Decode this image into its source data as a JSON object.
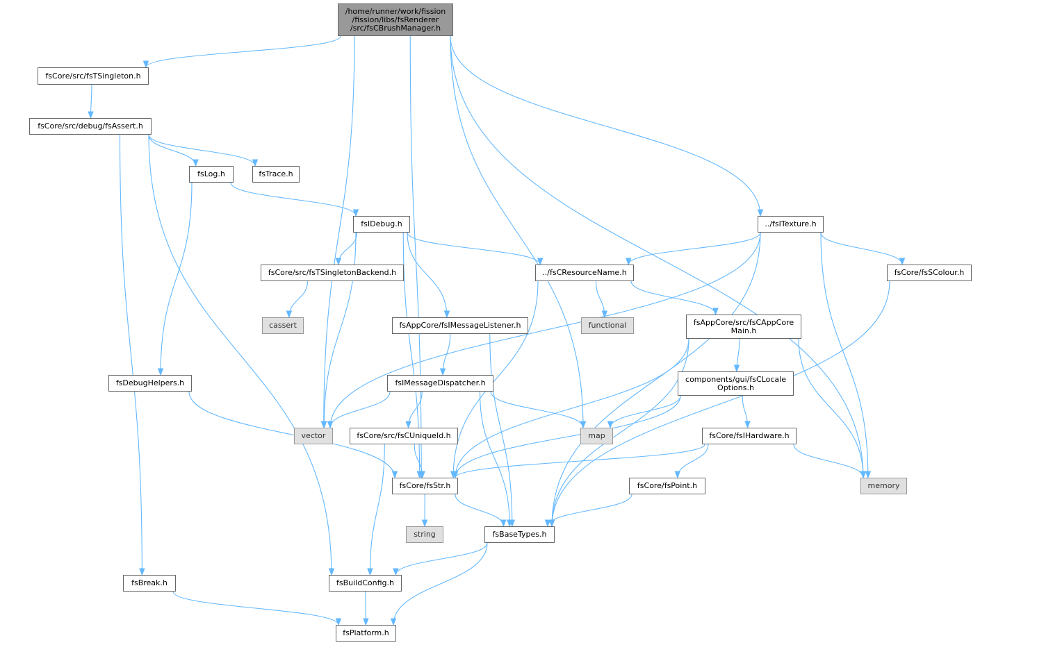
{
  "colors": {
    "edge": "#63b8ff",
    "node_border": "#666666",
    "node_fill": "#ffffff",
    "root_fill": "#999999",
    "external_fill": "#e0e0e0",
    "external_border": "#999999"
  },
  "nodes": [
    {
      "id": "root",
      "label": "/home/runner/work/fission\n/fission/libs/fsRenderer\n/src/fsCBrushManager.h",
      "kind": "root"
    },
    {
      "id": "tsingleton",
      "label": "fsCore/src/fsTSingleton.h",
      "kind": "header"
    },
    {
      "id": "assert",
      "label": "fsCore/src/debug/fsAssert.h",
      "kind": "header"
    },
    {
      "id": "log",
      "label": "fsLog.h",
      "kind": "header"
    },
    {
      "id": "trace",
      "label": "fsTrace.h",
      "kind": "header"
    },
    {
      "id": "idebug",
      "label": "fsIDebug.h",
      "kind": "header"
    },
    {
      "id": "itexture",
      "label": "../fsITexture.h",
      "kind": "header"
    },
    {
      "id": "singletonbackend",
      "label": "fsCore/src/fsTSingletonBackend.h",
      "kind": "header"
    },
    {
      "id": "resourcename",
      "label": "../fsCResourceName.h",
      "kind": "header"
    },
    {
      "id": "scolour",
      "label": "fsCore/fsSColour.h",
      "kind": "header"
    },
    {
      "id": "cassert",
      "label": "cassert",
      "kind": "system"
    },
    {
      "id": "functional",
      "label": "functional",
      "kind": "system"
    },
    {
      "id": "msglistener",
      "label": "fsAppCore/fsIMessageListener.h",
      "kind": "header"
    },
    {
      "id": "appcoremain",
      "label": "fsAppCore/src/fsCAppCore\nMain.h",
      "kind": "header"
    },
    {
      "id": "debughelpers",
      "label": "fsDebugHelpers.h",
      "kind": "header"
    },
    {
      "id": "msgdispatcher",
      "label": "fsIMessageDispatcher.h",
      "kind": "header"
    },
    {
      "id": "localeoptions",
      "label": "components/gui/fsCLocale\nOptions.h",
      "kind": "header"
    },
    {
      "id": "vector",
      "label": "vector",
      "kind": "system"
    },
    {
      "id": "cuniqueid",
      "label": "fsCore/src/fsCUniqueId.h",
      "kind": "header"
    },
    {
      "id": "map",
      "label": "map",
      "kind": "system"
    },
    {
      "id": "ihardware",
      "label": "fsCore/fsIHardware.h",
      "kind": "header"
    },
    {
      "id": "str",
      "label": "fsCore/fsStr.h",
      "kind": "header"
    },
    {
      "id": "point",
      "label": "fsCore/fsPoint.h",
      "kind": "header"
    },
    {
      "id": "memory",
      "label": "memory",
      "kind": "system"
    },
    {
      "id": "string",
      "label": "string",
      "kind": "system"
    },
    {
      "id": "basetypes",
      "label": "fsBaseTypes.h",
      "kind": "header"
    },
    {
      "id": "break",
      "label": "fsBreak.h",
      "kind": "header"
    },
    {
      "id": "buildconfig",
      "label": "fsBuildConfig.h",
      "kind": "header"
    },
    {
      "id": "platform",
      "label": "fsPlatform.h",
      "kind": "header"
    }
  ],
  "edges": [
    [
      "root",
      "tsingleton"
    ],
    [
      "root",
      "vector"
    ],
    [
      "root",
      "map"
    ],
    [
      "root",
      "itexture"
    ],
    [
      "root",
      "memory"
    ],
    [
      "root",
      "str"
    ],
    [
      "tsingleton",
      "assert"
    ],
    [
      "assert",
      "log"
    ],
    [
      "assert",
      "trace"
    ],
    [
      "assert",
      "break"
    ],
    [
      "assert",
      "buildconfig"
    ],
    [
      "log",
      "idebug"
    ],
    [
      "log",
      "debughelpers"
    ],
    [
      "idebug",
      "singletonbackend"
    ],
    [
      "idebug",
      "resourcename"
    ],
    [
      "idebug",
      "msglistener"
    ],
    [
      "idebug",
      "vector"
    ],
    [
      "idebug",
      "str"
    ],
    [
      "itexture",
      "resourcename"
    ],
    [
      "itexture",
      "scolour"
    ],
    [
      "itexture",
      "vector"
    ],
    [
      "itexture",
      "memory"
    ],
    [
      "itexture",
      "basetypes"
    ],
    [
      "singletonbackend",
      "cassert"
    ],
    [
      "resourcename",
      "functional"
    ],
    [
      "resourcename",
      "appcoremain"
    ],
    [
      "resourcename",
      "str"
    ],
    [
      "scolour",
      "basetypes"
    ],
    [
      "msglistener",
      "msgdispatcher"
    ],
    [
      "msglistener",
      "basetypes"
    ],
    [
      "appcoremain",
      "localeoptions"
    ],
    [
      "appcoremain",
      "memory"
    ],
    [
      "appcoremain",
      "str"
    ],
    [
      "appcoremain",
      "basetypes"
    ],
    [
      "debughelpers",
      "str"
    ],
    [
      "msgdispatcher",
      "vector"
    ],
    [
      "msgdispatcher",
      "map"
    ],
    [
      "msgdispatcher",
      "cuniqueid"
    ],
    [
      "msgdispatcher",
      "basetypes"
    ],
    [
      "localeoptions",
      "map"
    ],
    [
      "localeoptions",
      "ihardware"
    ],
    [
      "localeoptions",
      "str"
    ],
    [
      "cuniqueid",
      "str"
    ],
    [
      "cuniqueid",
      "buildconfig"
    ],
    [
      "ihardware",
      "str"
    ],
    [
      "ihardware",
      "point"
    ],
    [
      "ihardware",
      "memory"
    ],
    [
      "str",
      "string"
    ],
    [
      "str",
      "basetypes"
    ],
    [
      "point",
      "basetypes"
    ],
    [
      "basetypes",
      "buildconfig"
    ],
    [
      "basetypes",
      "platform"
    ],
    [
      "break",
      "platform"
    ],
    [
      "buildconfig",
      "platform"
    ]
  ]
}
